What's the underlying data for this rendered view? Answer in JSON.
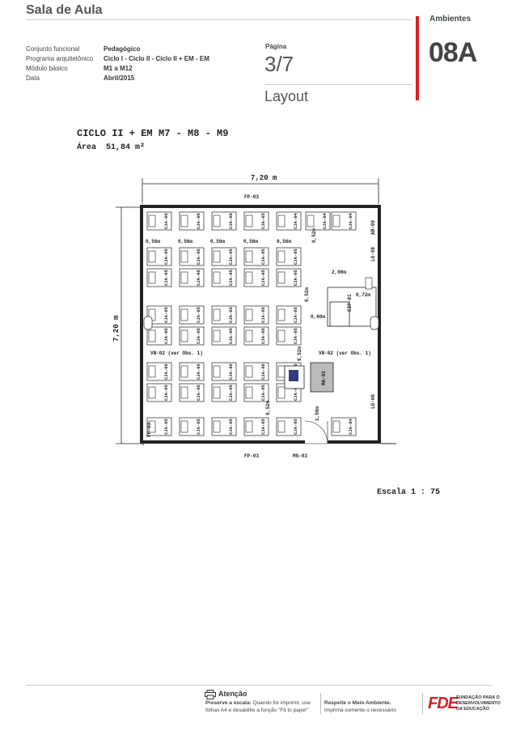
{
  "header": {
    "title": "Sala de Aula",
    "section_label": "Ambientes",
    "section_code": "08A",
    "page_label": "Página",
    "page_value": "3/7",
    "view_label": "Layout",
    "rows": [
      {
        "label": "Conjunto funcional",
        "value": "Pedagógico"
      },
      {
        "label": "Programa arquitetônico",
        "value": "Ciclo I - Ciclo II - Ciclo II + EM - EM"
      },
      {
        "label": "Módulo básico",
        "value": "M1 a M12"
      },
      {
        "label": "Data",
        "value": "Abril/2015"
      }
    ]
  },
  "plan": {
    "heading_left": "CICLO II + EM",
    "heading_right": "M7 - M8 - M9",
    "area_label": "Área",
    "area_value": "51,84 m²",
    "dim_width": "7,20 m",
    "dim_height": "7,20 m",
    "scale_label": "Escala",
    "scale_value": "1 : 75",
    "labels": {
      "fp_top": "FP-03",
      "fp_bottom": "FP-03",
      "fp_left": "FP-03",
      "ms_bottom": "MS-03",
      "ar": "AR-09",
      "lg_top": "LG-08",
      "lg_bottom": "LG-08",
      "vn_left": "VN-02 (ver Obs. 1)",
      "vn_right": "VN-02 (ver Obs. 1)",
      "cip": "CIP-01",
      "ma": "MA-02",
      "dim_056": "0,56m",
      "dim_052": "0,52m",
      "dim_200": "2,00m",
      "dim_072": "0,72m",
      "dim_060": "0,60m",
      "dim_150": "1,50m",
      "cja_04": "CJA-04",
      "cja_05": "CJA-05",
      "cja_06": "CJA-06"
    }
  },
  "footer": {
    "attention_title": "Atenção",
    "attention_bold": "Preserve a escala:",
    "attention_text": "Quando for imprimir, use folhas A4 e desabilite a função \"Fit to paper\"",
    "respect_bold": "Respeite o Meio Ambiente.",
    "respect_text": "Imprima somente o necessário",
    "logo_text": "FDE",
    "org_line1": "FUNDAÇÃO PARA O",
    "org_line2": "DESENVOLVIMENTO",
    "org_line3": "DA EDUCAÇÃO"
  },
  "colors": {
    "accent": "#d2232a",
    "desk_board": "#2f3e7a"
  }
}
